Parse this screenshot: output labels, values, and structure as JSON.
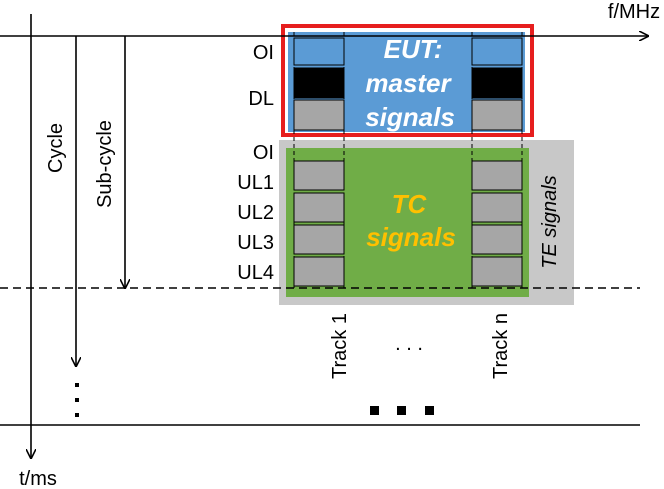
{
  "axes": {
    "frequency_label": "f/MHz",
    "time_label": "t/ms"
  },
  "cycle_labels": {
    "cycle": "Cycle",
    "sub_cycle": "Sub-cycle"
  },
  "row_labels": {
    "eut": [
      "OI",
      "DL"
    ],
    "tc": [
      "OI",
      "UL1",
      "UL2",
      "UL3",
      "UL4"
    ]
  },
  "blocks": {
    "eut_text_line1": "EUT:",
    "eut_text_line2": "master",
    "eut_text_line3": "signals",
    "tc_text_line1": "TC",
    "tc_text_line2": "signals",
    "te_text": "TE signals"
  },
  "tracks": {
    "first": "Track 1",
    "last": "Track n",
    "ellipsis": ". . ."
  },
  "continuation": {
    "vertical_dots": "⋮",
    "horizontal_dots": "■ ■ ■"
  },
  "colors": {
    "eut_blue": "#5b9bd5",
    "eut_border_red": "#e61e1e",
    "tc_green": "#70ad47",
    "te_gray": "#c8c8c8",
    "slot_gray": "#a6a6a6",
    "slot_black": "#000000",
    "tc_text_yellow": "#ffc000",
    "eut_text_white": "#ffffff"
  }
}
